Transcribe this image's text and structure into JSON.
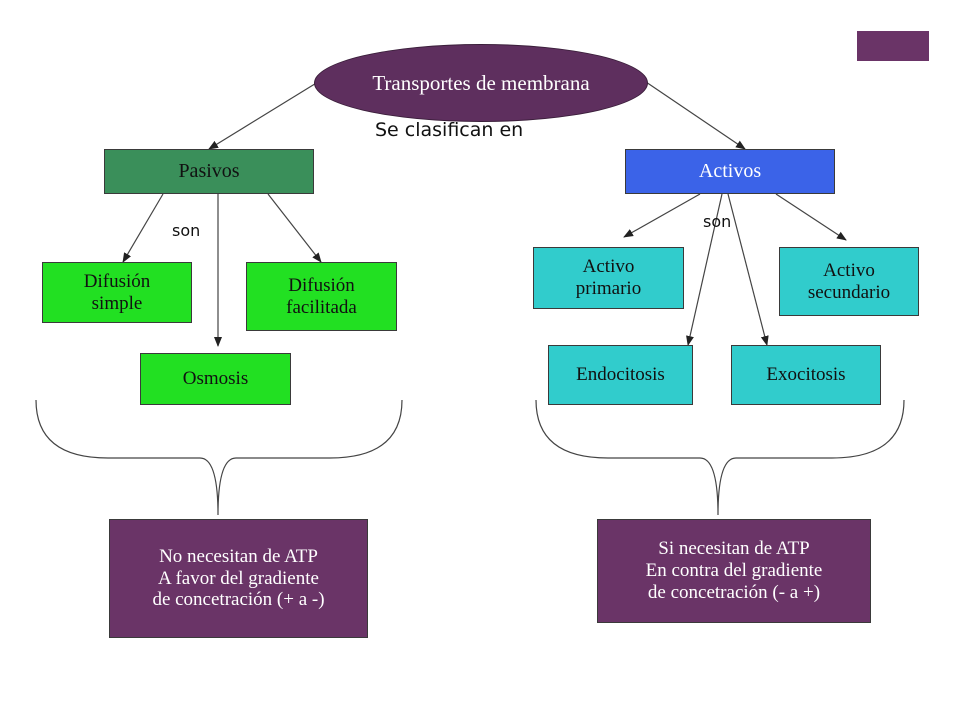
{
  "colors": {
    "root": "#5e2f5e",
    "pasivos": "#3a8f5a",
    "activos": "#3b63e8",
    "passive_leaf": "#22e022",
    "active_leaf": "#31cccc",
    "summary": "#6a3467",
    "corner": "#6a3467"
  },
  "root": {
    "label": "Transportes de membrana"
  },
  "edge_labels": {
    "classify": "Se clasifican en",
    "son_left": "son",
    "son_right": "son"
  },
  "pasivos": {
    "label": "Pasivos",
    "children": [
      "Difusión\nsimple",
      "Difusión\nfacilitada",
      "Osmosis"
    ]
  },
  "activos": {
    "label": "Activos",
    "children": [
      "Activo\nprimario",
      "Activo\nsecundario",
      "Endocitosis",
      "Exocitosis"
    ]
  },
  "summaries": {
    "left": "No necesitan de ATP\nA favor del gradiente\nde concetración (+ a -)",
    "right": "Si necesitan de ATP\nEn contra del gradiente\nde concetración (- a +)"
  }
}
